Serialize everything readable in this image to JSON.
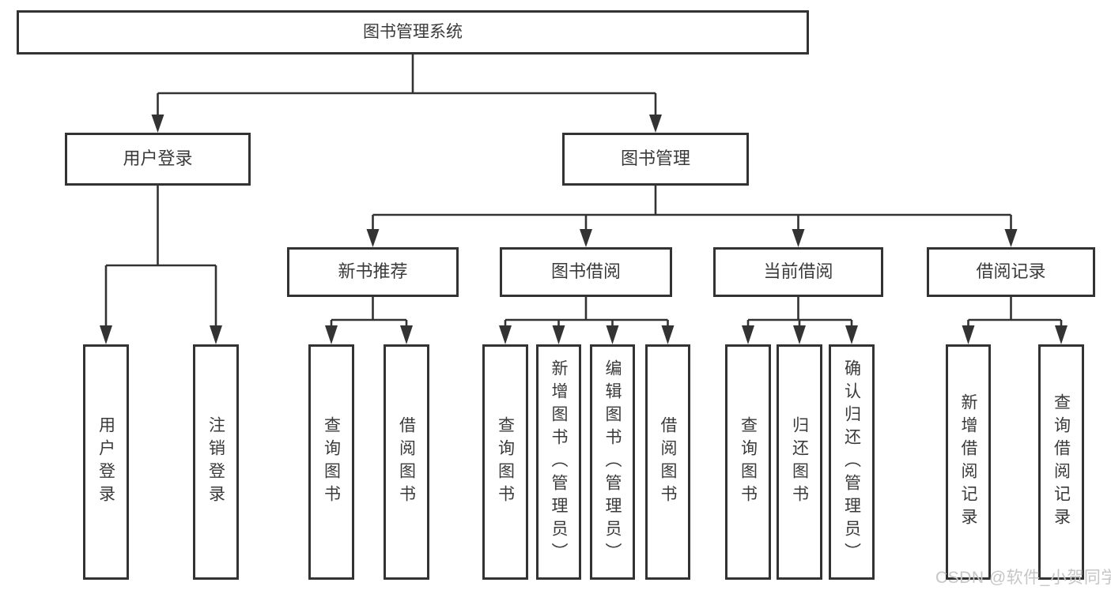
{
  "tree": {
    "label": "图书管理系统",
    "children": [
      {
        "label": "用户登录",
        "children": [
          {
            "label": "用户登录"
          },
          {
            "label": "注销登录"
          }
        ]
      },
      {
        "label": "图书管理",
        "children": [
          {
            "label": "新书推荐",
            "children": [
              {
                "label": "查询图书"
              },
              {
                "label": "借阅图书"
              }
            ]
          },
          {
            "label": "图书借阅",
            "children": [
              {
                "label": "查询图书"
              },
              {
                "label": "新增图书（管理员）"
              },
              {
                "label": "编辑图书（管理员）"
              },
              {
                "label": "借阅图书"
              }
            ]
          },
          {
            "label": "当前借阅",
            "children": [
              {
                "label": "查询图书"
              },
              {
                "label": "归还图书"
              },
              {
                "label": "确认归还（管理员）"
              }
            ]
          },
          {
            "label": "借阅记录",
            "children": [
              {
                "label": "新增借阅记录"
              },
              {
                "label": "查询借阅记录"
              }
            ]
          }
        ]
      }
    ]
  },
  "watermark": {
    "text": "CSDN @软件_小贺同学"
  },
  "colors": {
    "line": "#333333",
    "text": "#3a3a3a",
    "box_bg": "#ffffff",
    "page_bg": "#ffffff",
    "watermark": "#c6c6c6"
  }
}
